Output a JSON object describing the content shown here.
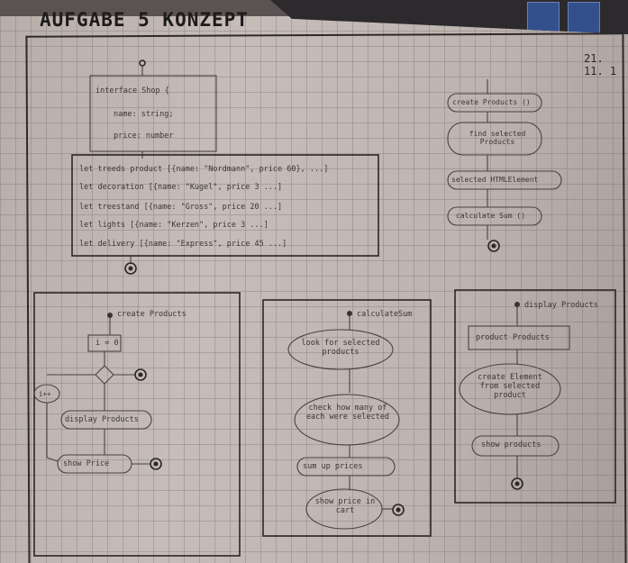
{
  "title": "AUFGABE 5 KONZEPT",
  "date": "21. 11. 1",
  "interface_box": {
    "lines": [
      "interface Shop {",
      "name: string;",
      "price: number"
    ]
  },
  "data_box": {
    "lines": [
      "let treeds product [{name: \"Nordmann\", price 60}, ...]",
      "let decoration [{name: \"Kugel\", price 3 ...]",
      "let treestand [{name: \"Gross\", price 20 ...]",
      "let lights [{name: \"Kerzen\", price 3 ...]",
      "let delivery [{name: \"Express\", price 45 ...]"
    ]
  },
  "flow_right": {
    "nodes": [
      "create Products ()",
      "find selected Products",
      "selected HTMLElement",
      "calculate Sum ()"
    ]
  },
  "flow_create": {
    "label": "create Products",
    "init": "i = 0",
    "increment": "i++",
    "nodes": [
      "display Products",
      "show Price"
    ]
  },
  "flow_calc": {
    "label": "calculateSum",
    "nodes": [
      "look for selected products",
      "check how many of each were selected",
      "sum up prices",
      "show price in cart"
    ]
  },
  "flow_display": {
    "label": "display Products",
    "nodes": [
      "product Products",
      "create Element from selected product",
      "show products"
    ]
  }
}
